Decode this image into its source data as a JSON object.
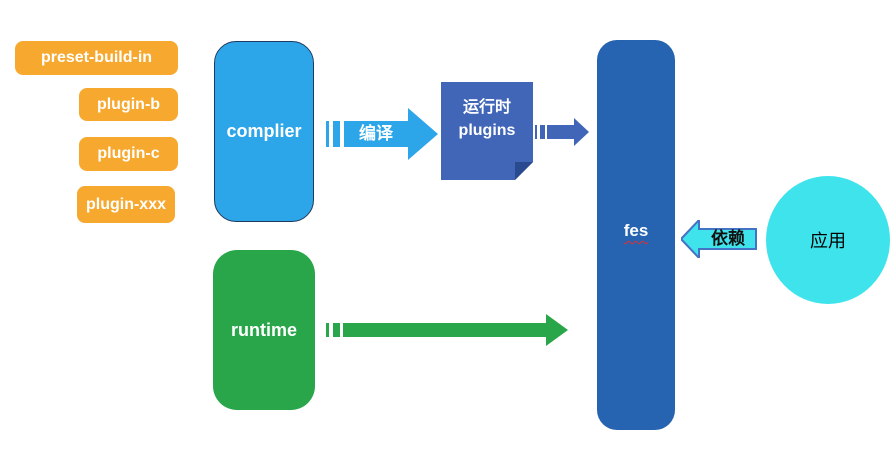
{
  "colors": {
    "orange": "#F7A82F",
    "light_blue": "#2CA6E9",
    "navy_border": "#1E3A5F",
    "mid_blue": "#4166B8",
    "mid_blue_dark": "#2A4A8F",
    "dark_blue": "#2663B0",
    "green": "#29A64A",
    "cyan": "#3FE3EC",
    "cyan_border": "#4472C4",
    "spellcheck_red": "#E0312E"
  },
  "plugins": [
    {
      "label": "preset-build-in"
    },
    {
      "label": "plugin-b"
    },
    {
      "label": "plugin-c"
    },
    {
      "label": "plugin-xxx"
    }
  ],
  "nodes": {
    "complier": "complier",
    "runtime": "runtime",
    "runtime_plugins_line1": "运行时",
    "runtime_plugins_line2": "plugins",
    "fes": "fes",
    "app": "应用"
  },
  "arrows": {
    "compile_label": "编译",
    "depends_label": "依赖"
  }
}
